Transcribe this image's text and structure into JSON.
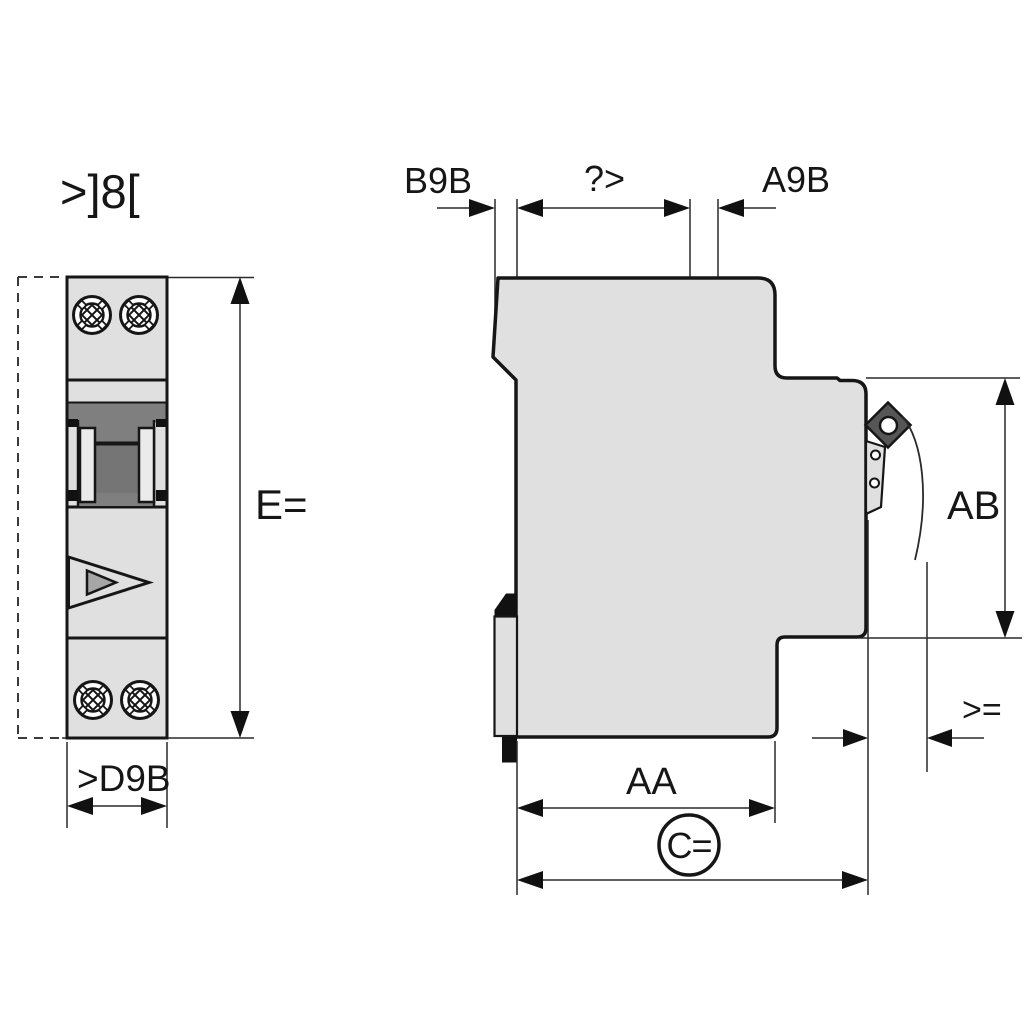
{
  "drawing": {
    "type": "technical-dimension-drawing",
    "subject": "modular-circuit-breaker",
    "colors": {
      "background": "#ffffff",
      "line": "#1a1a1a",
      "body_fill": "#e0e0e0",
      "band_fill": "#7f7f7f",
      "inner_toggle_fill": "#757575",
      "triangle_fill": "#a6a6a6",
      "clip_fill": "#565656"
    },
    "front_view": {
      "code_label": ">]8[",
      "height_dim": "E=",
      "width_dim": ">D9B"
    },
    "side_view": {
      "top_dims": {
        "left": "B9B",
        "middle": "?>",
        "right": "A9B"
      },
      "right_dims": {
        "height": "AB",
        "clip": ">="
      },
      "bottom_dims": {
        "depth": "AA",
        "total_depth": "C="
      }
    }
  }
}
